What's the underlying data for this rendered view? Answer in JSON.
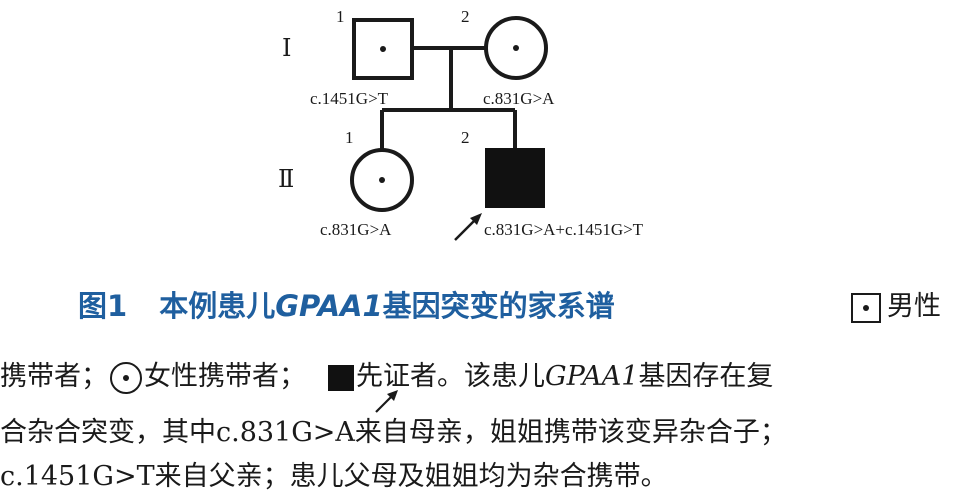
{
  "pedigree": {
    "generations": [
      "Ⅰ",
      "Ⅱ"
    ],
    "individuals": [
      {
        "id": "I-1",
        "number": "1",
        "sex": "male",
        "status": "carrier",
        "genotype": "c.1451G>T"
      },
      {
        "id": "I-2",
        "number": "2",
        "sex": "female",
        "status": "carrier",
        "genotype": "c.831G>A"
      },
      {
        "id": "II-1",
        "number": "1",
        "sex": "female",
        "status": "carrier",
        "genotype": "c.831G>A"
      },
      {
        "id": "II-2",
        "number": "2",
        "sex": "male",
        "status": "affected-proband",
        "genotype": "c.831G>A+c.1451G>T"
      }
    ]
  },
  "caption": {
    "fig_number": "图1",
    "title_pre": "本例患儿",
    "title_gene": "GPAA1",
    "title_post": "基因突变的家系谱",
    "legend_male_carrier": "男性",
    "line2_a": "携带者；",
    "line2_b": "女性携带者；",
    "line2_c": "先证者。该患儿",
    "line2_gene": "GPAA1",
    "line2_d": "基因存在复",
    "line3": "合杂合突变，其中c.831G>A来自母亲，姐姐携带该变异杂合子；",
    "line4": "c.1451G>T来自父亲；患儿父母及姐姐均为杂合携带。"
  },
  "colors": {
    "caption_title": "#1f5f9f",
    "ink": "#1a1a1a"
  }
}
